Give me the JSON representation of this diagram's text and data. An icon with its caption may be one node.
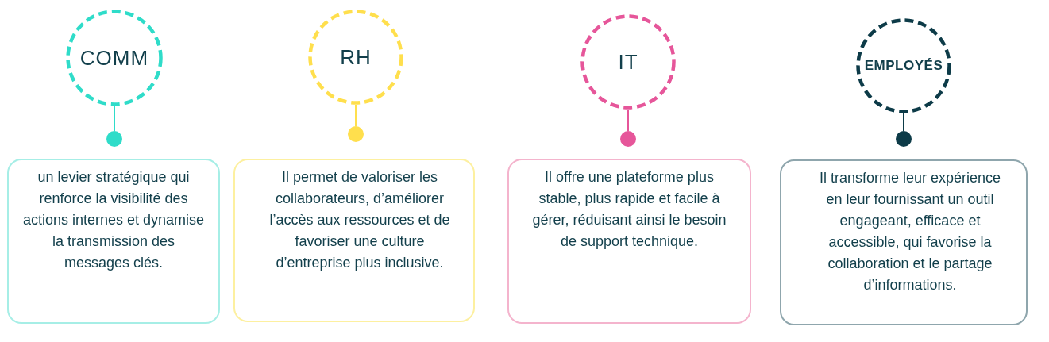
{
  "diagram": {
    "nodes": [
      {
        "text": [
          "COMM"
        ]
      },
      {
        "text": [
          "RH"
        ]
      },
      {
        "text": [
          "IT"
        ]
      },
      {
        "text": [
          "EMPLOYÉS"
        ]
      },
      {
        "text": [],
        "shape": "circle"
      },
      {
        "text": [],
        "shape": "circle"
      },
      {
        "text": [],
        "shape": "circle"
      },
      {
        "text": [],
        "shape": "circle"
      },
      {
        "text": [
          "un levier stratégique qui renforce la visibilité des actions internes et dynamise la transmission des messages clés."
        ]
      },
      {
        "text": [
          "Il permet de valoriser les collaborateurs, d’améliorer l’accès aux ressources et de favoriser une culture d’entreprise plus inclusive."
        ]
      },
      {
        "text": [
          "Il offre une plateforme plus stable, plus rapide et facile à gérer, réduisant ainsi le besoin de support technique."
        ]
      },
      {
        "text": [
          "Il transforme leur expérience en leur fournissant un outil engageant, efficace et accessible, qui favorise la collaboration et le partage d’informations."
        ]
      }
    ],
    "edges": [
      {
        "from": 0,
        "to": 4,
        "arrow": "none",
        "color": "#2fdcc9"
      },
      {
        "from": 1,
        "to": 5,
        "arrow": "none",
        "color": "#ffdf4d"
      },
      {
        "from": 2,
        "to": 6,
        "arrow": "none",
        "color": "#e6569a"
      },
      {
        "from": 3,
        "to": 7,
        "arrow": "none",
        "color": "#0d3b48"
      }
    ]
  }
}
